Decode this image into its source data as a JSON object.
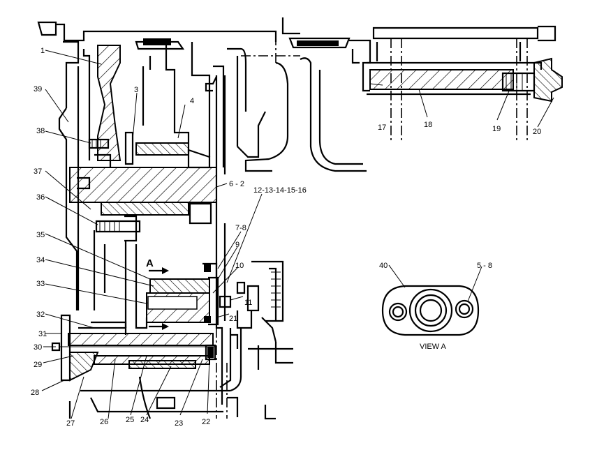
{
  "diagram": {
    "view_label": "VIEW  A",
    "section_marker": "A",
    "callouts": {
      "c1": "1",
      "c3": "3",
      "c4": "4",
      "c6_2": "6 - 2",
      "c12_16": "12-13-14-15-16",
      "c7_8": "7-8",
      "c9": "9",
      "c10": "10",
      "c11": "11",
      "c17": "17",
      "c18": "18",
      "c19": "19",
      "c20": "20",
      "c21": "21",
      "c22": "22",
      "c23": "23",
      "c24": "24",
      "c25": "25",
      "c26": "26",
      "c27": "27",
      "c28": "28",
      "c29": "29",
      "c30": "30",
      "c31": "31",
      "c32": "32",
      "c33": "33",
      "c34": "34",
      "c35": "35",
      "c36": "36",
      "c37": "37",
      "c38": "38",
      "c39": "39",
      "c40": "40",
      "c5_8": "5 - 8"
    }
  }
}
